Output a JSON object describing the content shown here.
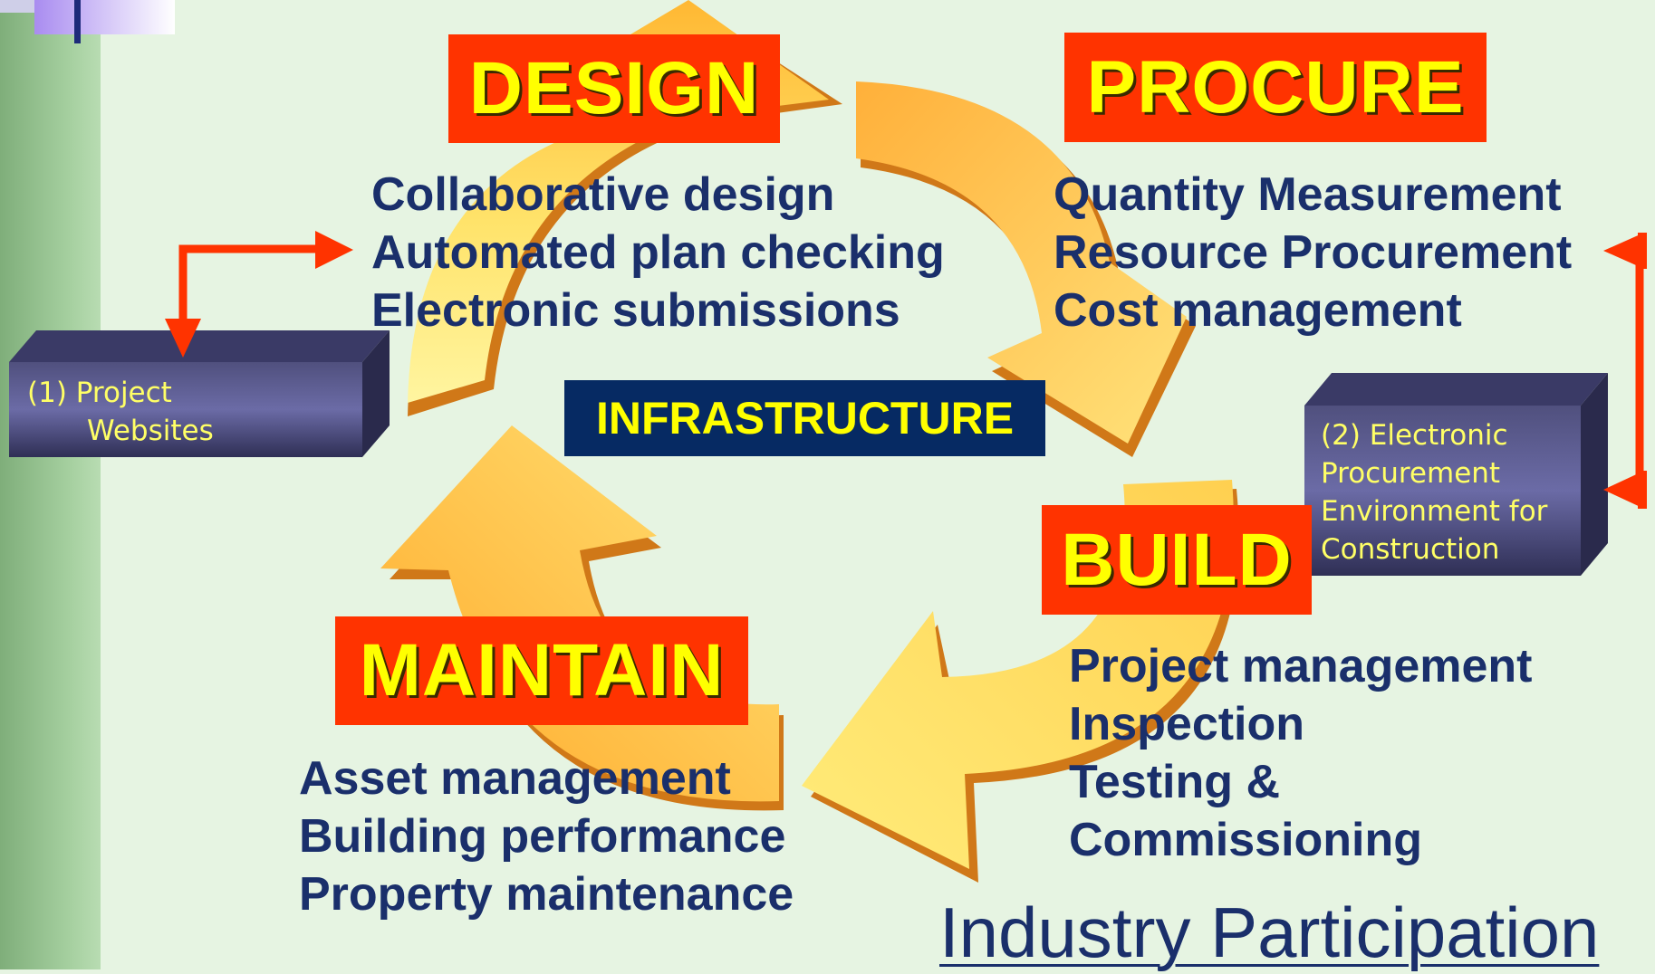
{
  "stages": {
    "design": {
      "label": "DESIGN",
      "items": [
        "Collaborative design",
        "Automated plan checking",
        "Electronic submissions"
      ]
    },
    "procure": {
      "label": "PROCURE",
      "items": [
        "Quantity Measurement",
        "Resource Procurement",
        "Cost management"
      ]
    },
    "build": {
      "label": "BUILD",
      "items": [
        "Project management",
        "Inspection",
        "Testing &",
        "Commissioning"
      ]
    },
    "maintain": {
      "label": "MAINTAIN",
      "items": [
        "Asset management",
        "Building performance",
        "Property maintenance"
      ]
    }
  },
  "infrastructure": "INFRASTRUCTURE",
  "callouts": {
    "project_websites": {
      "line1": "(1)  Project",
      "line2": "Websites"
    },
    "eprocurement": {
      "line1": "(2)  Electronic",
      "line2": "Procurement",
      "line3": "Environment for",
      "line4": "Construction"
    }
  },
  "footer": "Industry Participation",
  "colors": {
    "label_bg": "#ff3300",
    "label_text": "#ffff00",
    "body_text": "#1a2f6b",
    "infra_bg": "#062a63",
    "connector": "#ff3300",
    "background": "#e6f4e2"
  }
}
